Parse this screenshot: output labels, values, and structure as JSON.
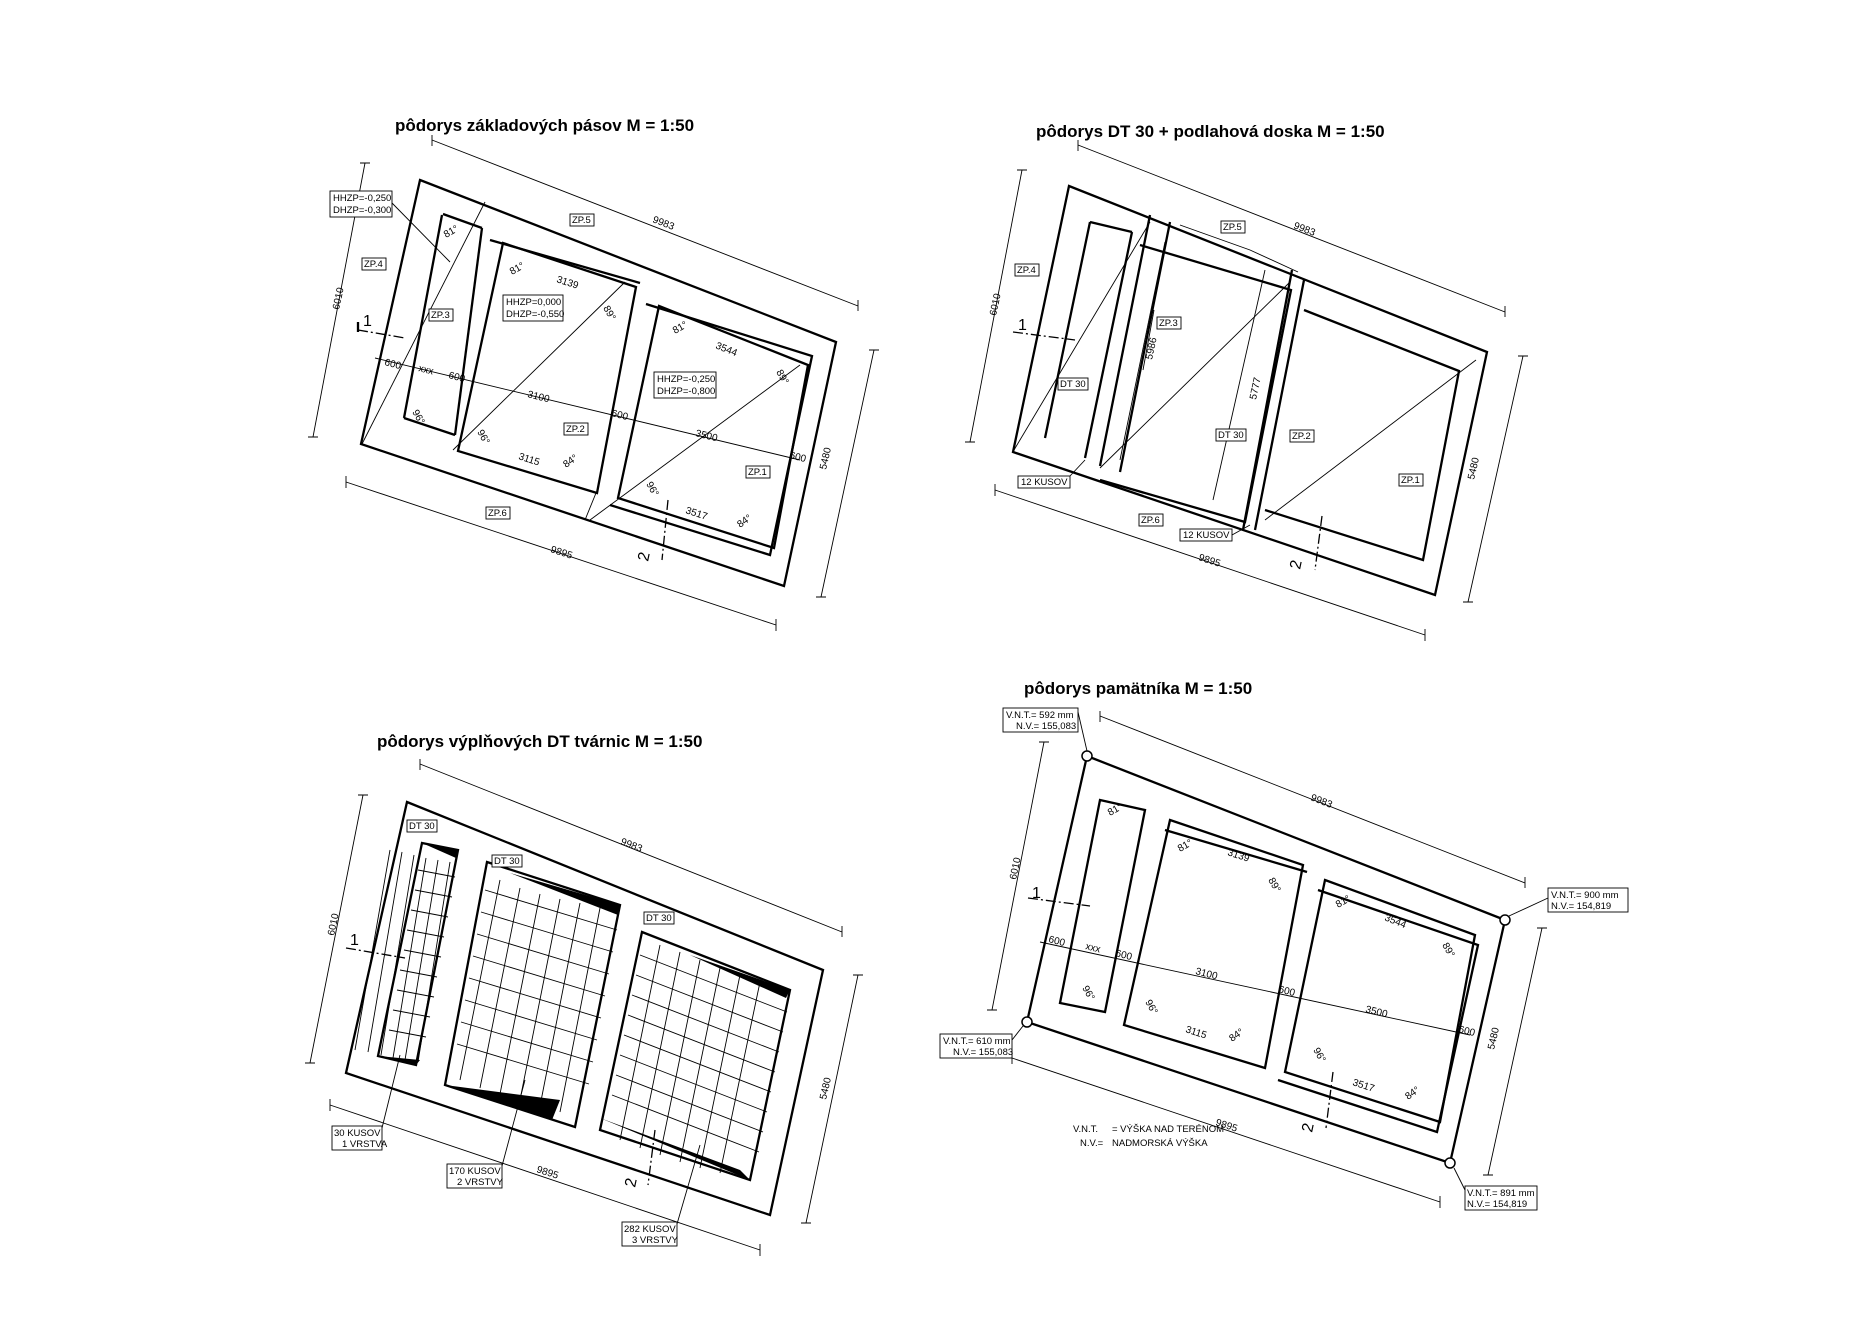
{
  "titles": {
    "q1": "pôdorys základových pásov  M = 1:50",
    "q2": "pôdorys DT 30 + podlahová doska   M = 1:50",
    "q3": "pôdorys výplňových DT tvárnic  M = 1:50",
    "q4": "pôdorys pamätníka  M = 1:50"
  },
  "dims": {
    "d9983": "9983",
    "d9895": "9895",
    "d6010": "6010",
    "d5480": "5480",
    "d3139": "3139",
    "d3544": "3544",
    "d3115": "3115",
    "d3517": "3517",
    "d3100": "3100",
    "d3500": "3500",
    "d600": "600",
    "dxxx": "xxx",
    "d5986": "5986",
    "d5777": "5777"
  },
  "angles": {
    "a81": "81°",
    "a89": "89°",
    "a96": "96°",
    "a84": "84°"
  },
  "labels": {
    "zp1": "ZP.1",
    "zp2": "ZP.2",
    "zp3": "ZP.3",
    "zp4": "ZP.4",
    "zp5": "ZP.5",
    "zp6": "ZP.6",
    "dt30": "DT 30",
    "kusov12": "12 KUSOV",
    "hhzp1": "HHZP=-0,250",
    "dhzp1": "DHZP=-0,300",
    "hhzp2": "HHZP=0,000",
    "dhzp2": "DHZP=-0,550",
    "hhzp3": "HHZP=-0,250",
    "dhzp3": "DHZP=-0,800",
    "k30a": "30 KUSOV",
    "k30b": "1 VRSTVA",
    "k170a": "170 KUSOV",
    "k170b": "2 VRSTVY",
    "k282a": "282 KUSOV",
    "k282b": "3 VRSTVY",
    "vnt1a": "V.N.T.= 592 mm",
    "vnt1b": "N.V.= 155,083",
    "vnt2a": "V.N.T.=  900 mm",
    "vnt2b": "N.V.= 154,819",
    "vnt3a": "V.N.T.= 610 mm",
    "vnt3b": "N.V.= 155,083",
    "vnt4a": "V.N.T.= 891 mm",
    "vnt4b": "N.V.= 154,819"
  },
  "section": {
    "s1": "1",
    "s2": "2"
  },
  "legend": {
    "vnt_key": "V.N.T.",
    "vnt_desc": "= VÝŠKA NAD TERÉNOM",
    "nv_key": "N.V.=",
    "nv_desc": "NADMORSKÁ VÝŠKA"
  }
}
